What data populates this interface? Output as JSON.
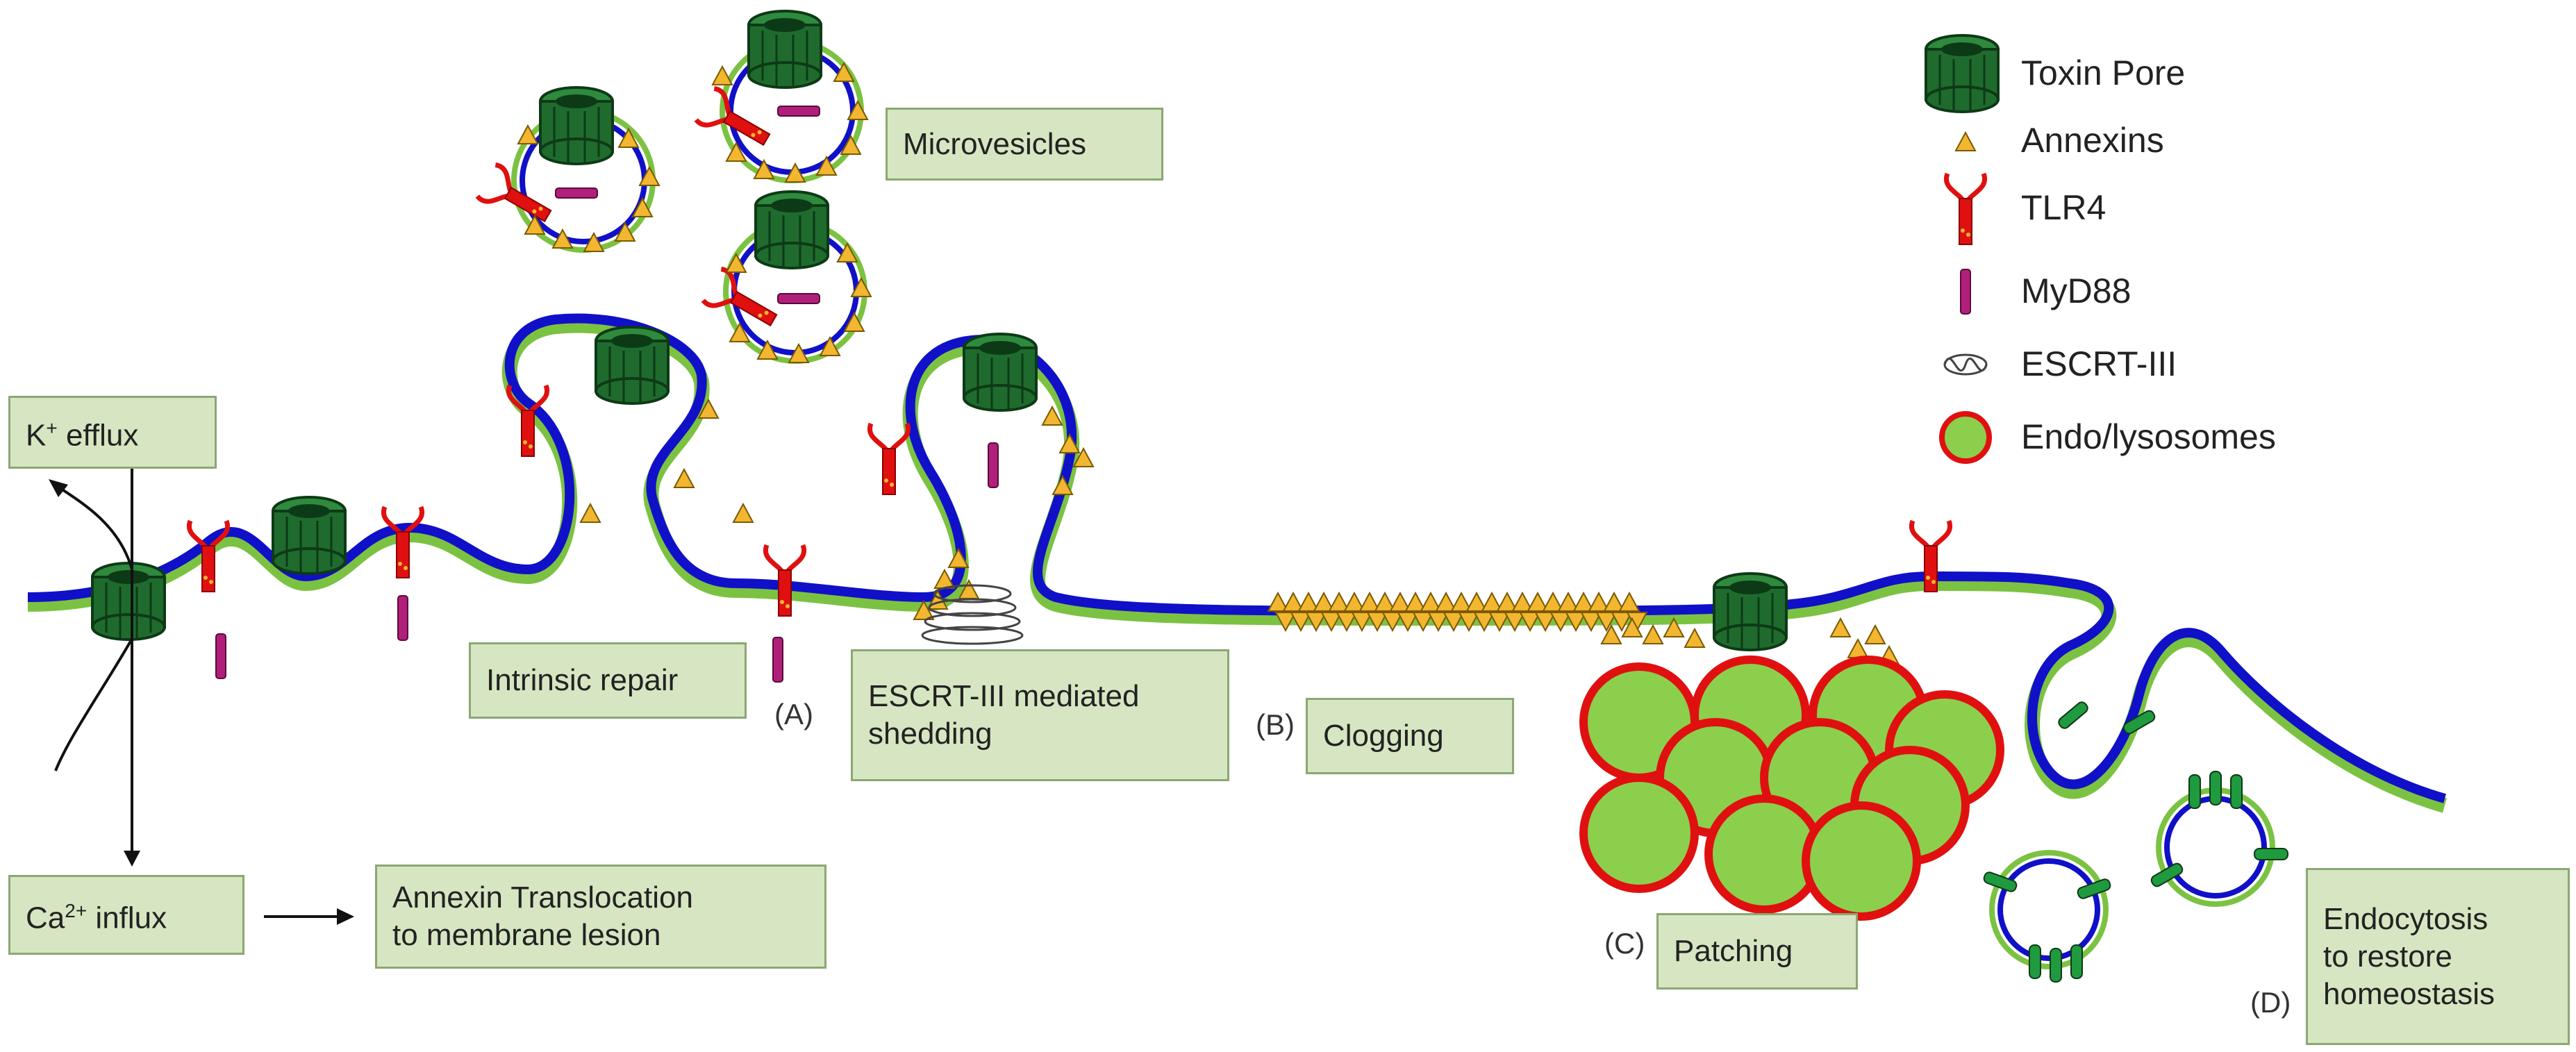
{
  "legend": {
    "toxin_pore": "Toxin Pore",
    "annexins": "Annexins",
    "tlr4": "TLR4",
    "myd88": "MyD88",
    "escrt": "ESCRT-III",
    "endo": "Endo/lysosomes"
  },
  "boxes": {
    "microvesicles": "Microvesicles",
    "k_efflux_base": "K",
    "k_efflux_sup": "+",
    "k_efflux_rest": " efflux",
    "ca_influx_base": "Ca",
    "ca_influx_sup": "2+",
    "ca_influx_rest": " influx",
    "annexin_translocation": "Annexin Translocation\nto membrane lesion",
    "intrinsic_repair": "Intrinsic repair",
    "escrt_shedding": "ESCRT-III mediated\nshedding",
    "clogging": "Clogging",
    "patching": "Patching",
    "endocytosis": "Endocytosis\nto restore\nhomeostasis"
  },
  "step_labels": {
    "a": "(A)",
    "b": "(B)",
    "c": "(C)",
    "d": "(D)"
  },
  "colors": {
    "membrane_outer": "#1010c8",
    "membrane_inner": "#7cc242",
    "pore": "#1f6b2e",
    "annexin": "#f2b630",
    "tlr4": "#e01010",
    "myd88": "#b0207a",
    "lysosome_fill": "#8ccf4d",
    "lysosome_edge": "#e01010",
    "box_fill": "#d6e6c2"
  }
}
